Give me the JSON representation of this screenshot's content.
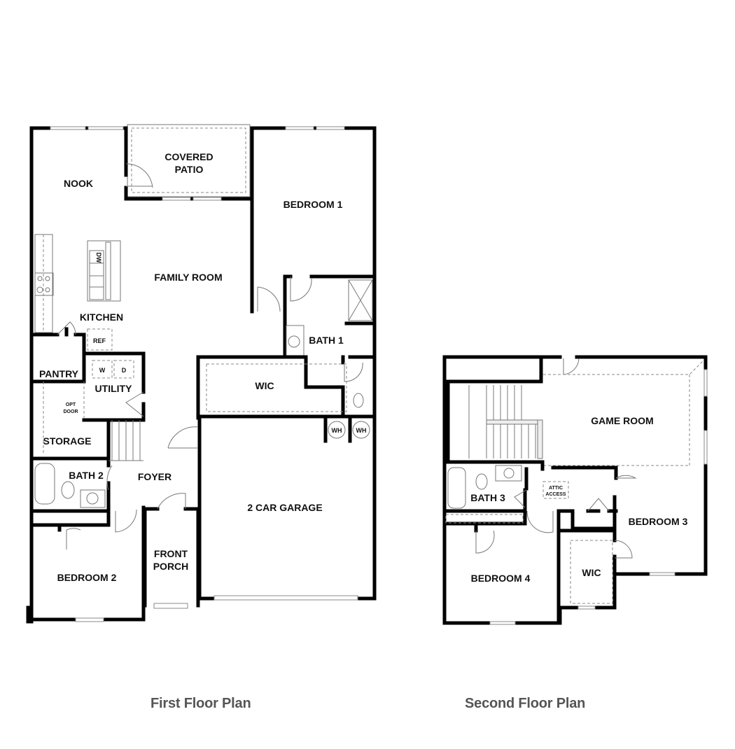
{
  "first_floor": {
    "caption": "First Floor Plan",
    "rooms": {
      "nook": "NOOK",
      "covered_patio_1": "COVERED",
      "covered_patio_2": "PATIO",
      "bedroom1": "BEDROOM 1",
      "family_room": "FAMILY ROOM",
      "kitchen": "KITCHEN",
      "bath1": "BATH 1",
      "wic": "WIC",
      "pantry": "PANTRY",
      "utility": "UTILITY",
      "storage": "STORAGE",
      "bath2": "BATH 2",
      "foyer": "FOYER",
      "garage": "2 CAR GARAGE",
      "bedroom2": "BEDROOM 2",
      "front_porch_1": "FRONT",
      "front_porch_2": "PORCH"
    },
    "fixtures": {
      "dishwasher": "DW",
      "refrigerator": "REF",
      "washer": "W",
      "dryer": "D",
      "opt_door_1": "OPT",
      "opt_door_2": "DOOR",
      "water_heater_1": "WH",
      "water_heater_2": "WH"
    }
  },
  "second_floor": {
    "caption": "Second Floor Plan",
    "rooms": {
      "game_room": "GAME ROOM",
      "bath3": "BATH 3",
      "bedroom3": "BEDROOM 3",
      "bedroom4": "BEDROOM 4",
      "wic": "WIC"
    },
    "fixtures": {
      "attic_1": "ATTIC",
      "attic_2": "ACCESS"
    }
  }
}
